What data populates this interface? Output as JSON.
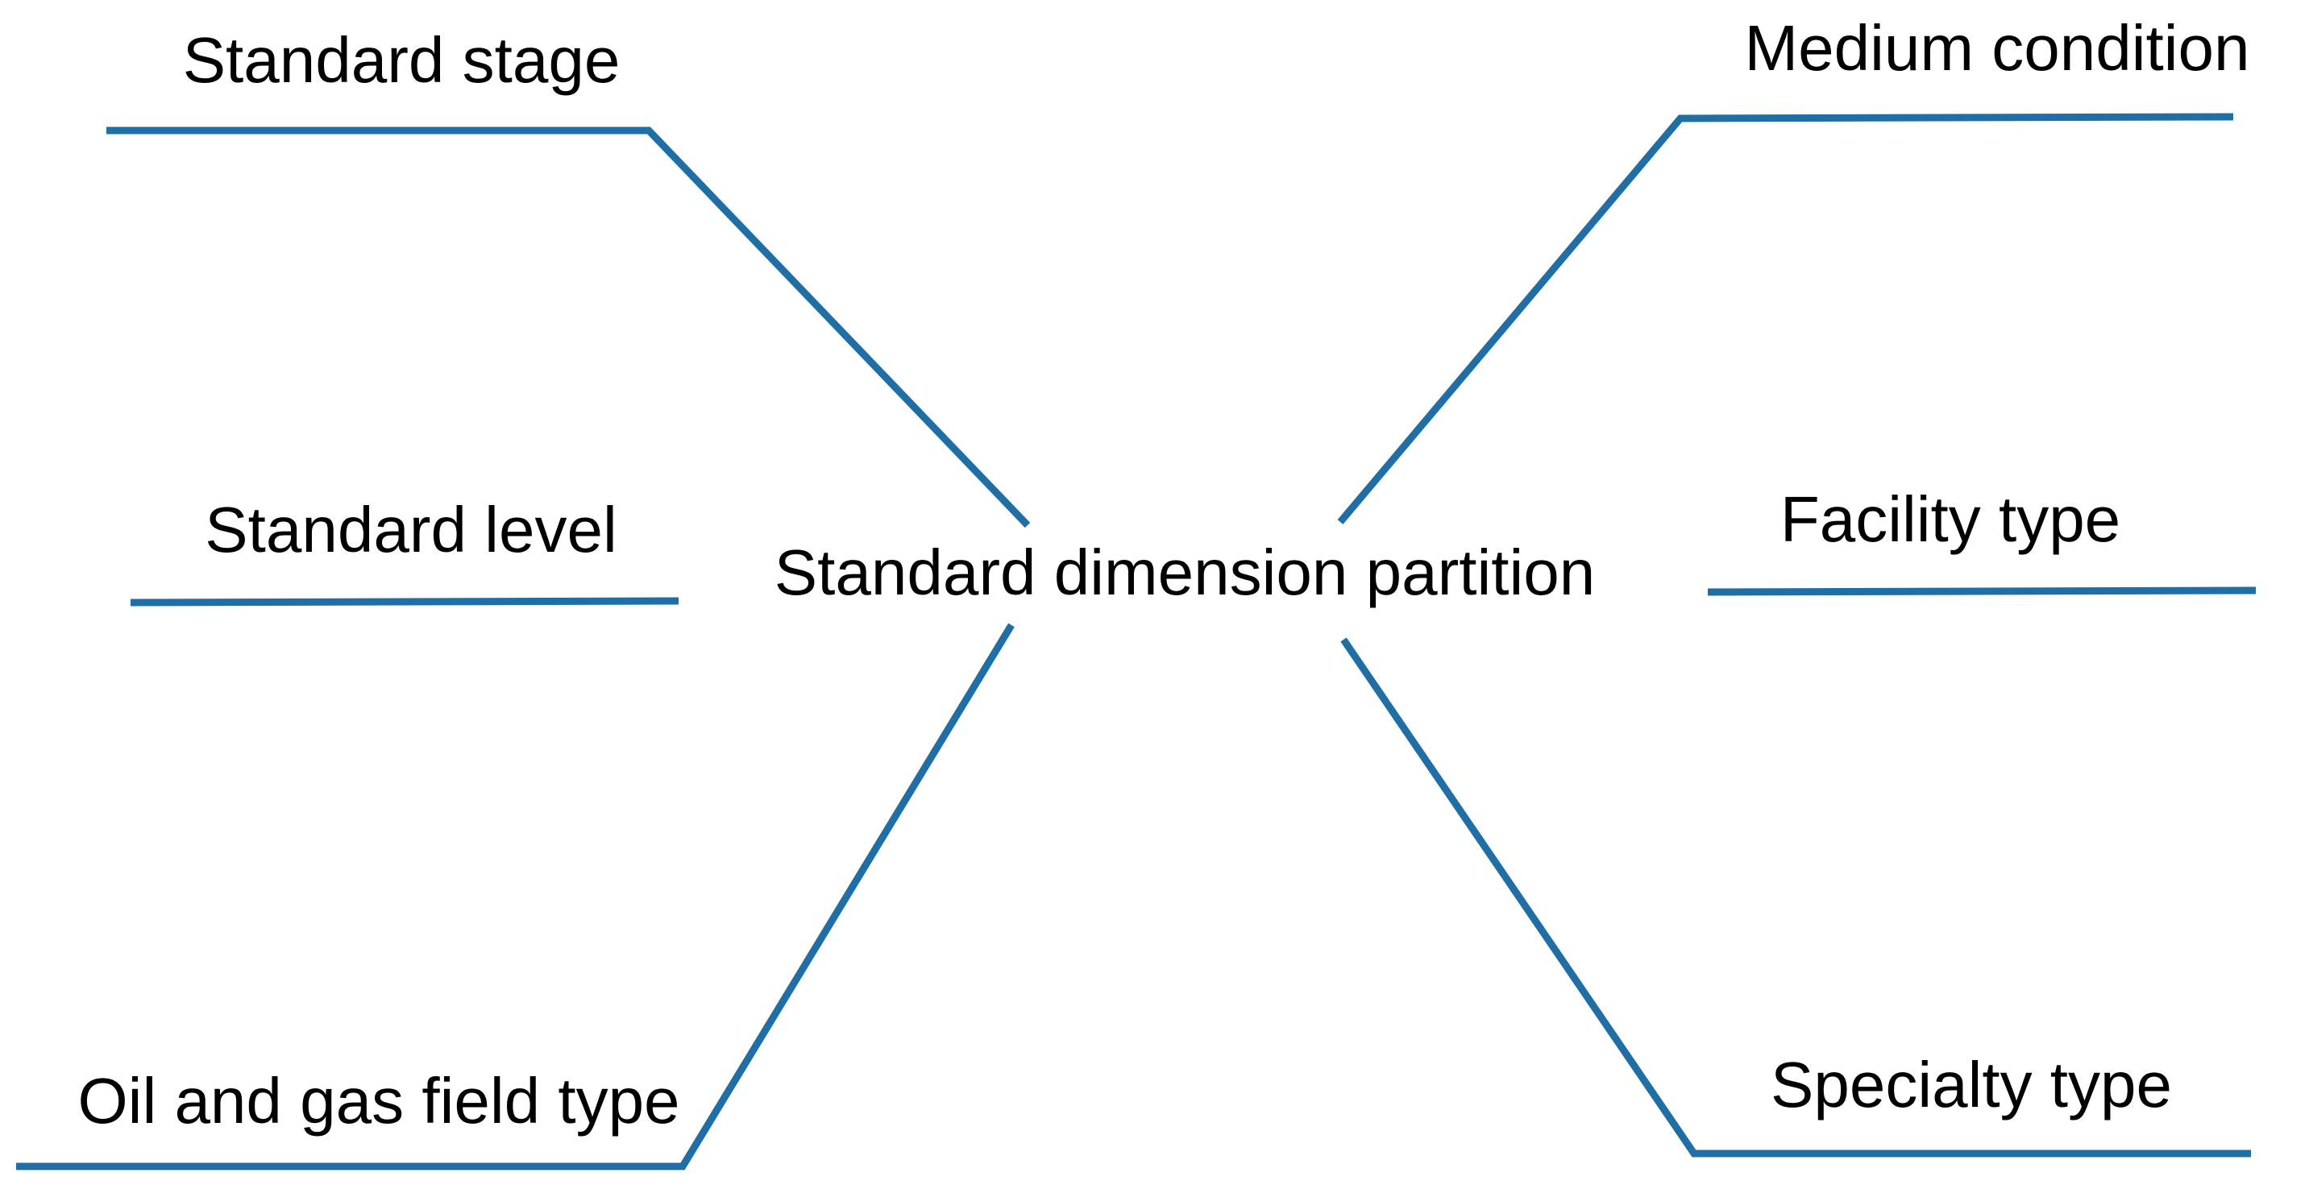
{
  "diagram": {
    "center": "Standard dimension partition",
    "branches": [
      {
        "id": "standard-stage",
        "label": "Standard stage"
      },
      {
        "id": "standard-level",
        "label": "Standard level"
      },
      {
        "id": "oil-gas-field-type",
        "label": "Oil and gas field type"
      },
      {
        "id": "medium-condition",
        "label": "Medium condition"
      },
      {
        "id": "facility-type",
        "label": "Facility type"
      },
      {
        "id": "specialty-type",
        "label": "Specialty type"
      }
    ]
  },
  "colors": {
    "line": "#1f6fa6",
    "text": "#000000",
    "background": "#ffffff"
  }
}
